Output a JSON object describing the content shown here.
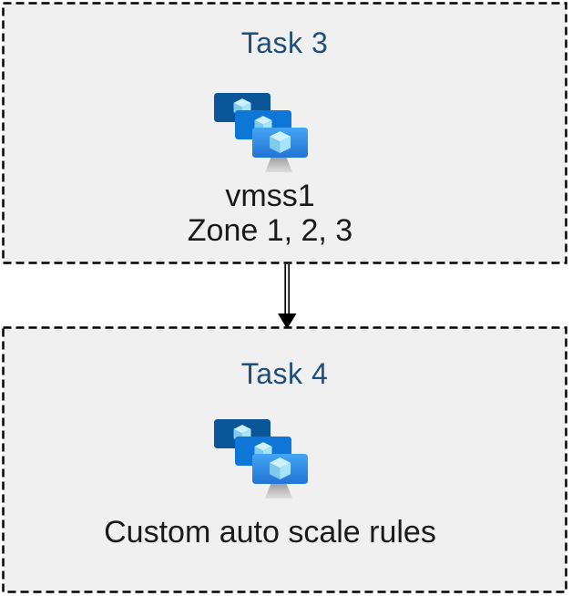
{
  "diagram": {
    "boxes": [
      {
        "title": "Task 3",
        "icon": "vm-scale-sets",
        "lines": [
          "vmss1",
          "Zone 1, 2, 3"
        ]
      },
      {
        "title": "Task 4",
        "icon": "vm-scale-sets",
        "lines": [
          "Custom auto scale rules"
        ]
      }
    ],
    "connector": {
      "type": "double-line-arrow",
      "direction": "down",
      "from": "Task 3",
      "to": "Task 4"
    },
    "colors": {
      "title_text": "#1F4E79",
      "body_text": "#1A1A1A",
      "box_fill": "#F0F0F0",
      "box_border": "#000000",
      "monitor_back": "#0A5699",
      "monitor_middle": "#0E76D6",
      "monitor_front_top": "#44A5F4",
      "monitor_front_bottom": "#2374D6",
      "cube_top": "#CDF1FD",
      "cube_left": "#7ECBEE",
      "cube_right": "#A5E4F9",
      "stand_top": "#8F8F8F",
      "stand_bottom": "#DEDEDE"
    }
  }
}
